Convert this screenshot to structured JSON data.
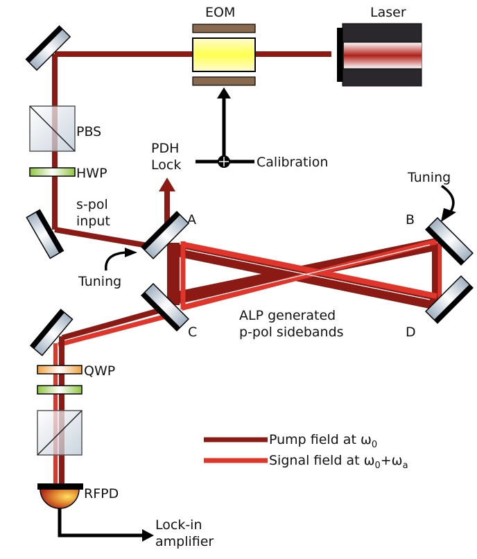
{
  "title": "ALP detection optical setup",
  "components": {
    "laser": "Laser",
    "eom": "EOM",
    "pbs": "PBS",
    "hwp": "HWP",
    "qwp": "QWP",
    "rfpd": "RFPD",
    "pdh_lock_line1": "PDH",
    "pdh_lock_line2": "Lock",
    "calibration": "Calibration",
    "s_pol_line1": "s-pol",
    "s_pol_line2": "input",
    "tuning_left": "Tuning",
    "tuning_right": "Tuning",
    "sidebands_line1": "ALP generated",
    "sidebands_line2": "p-pol sidebands",
    "lockin_line1": "Lock-in",
    "lockin_line2": "amplifier"
  },
  "mirrors": {
    "a": "A",
    "b": "B",
    "c": "C",
    "d": "D"
  },
  "legend": {
    "pump": {
      "label": "Pump field at ω",
      "sub": "0",
      "color": "#8b1a14"
    },
    "signal": {
      "label": "Signal field at ω",
      "sub": "0",
      "mid": "+ω",
      "sub2": "a",
      "color": "#e0352a"
    }
  },
  "colors": {
    "pump": "#8b1a14",
    "signal": "#e0352a",
    "eom_electrode": "#8a6a4e",
    "laser_body": "#2a282c",
    "hwp": "#8dc63f",
    "qwp": "#f0a040"
  }
}
